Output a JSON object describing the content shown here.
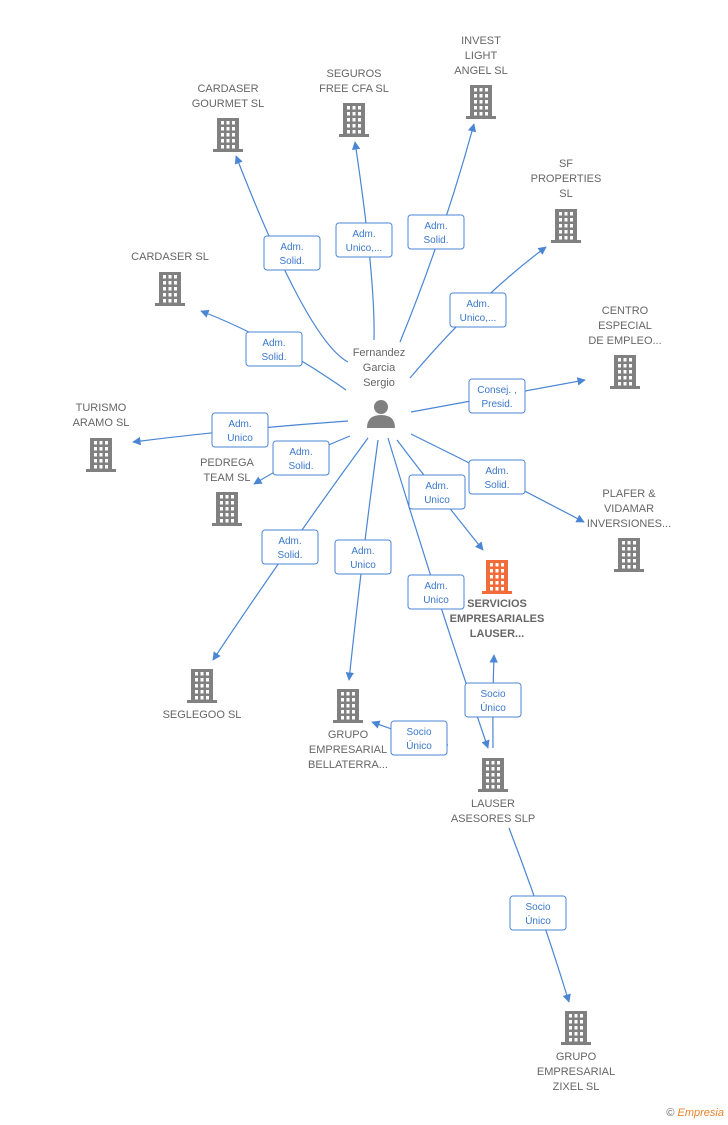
{
  "person": {
    "label": [
      "Fernandez",
      "Garcia",
      "Sergio"
    ]
  },
  "nodes": [
    {
      "id": "cardaser_gourmet",
      "label": [
        "CARDASER",
        "GOURMET  SL"
      ],
      "color": "#808080"
    },
    {
      "id": "seguros_free",
      "label": [
        "SEGUROS",
        "FREE CFA  SL"
      ],
      "color": "#808080"
    },
    {
      "id": "invest_light",
      "label": [
        "INVEST",
        "LIGHT",
        "ANGEL  SL"
      ],
      "color": "#808080"
    },
    {
      "id": "sf_properties",
      "label": [
        "SF",
        "PROPERTIES",
        "SL"
      ],
      "color": "#808080"
    },
    {
      "id": "cardaser_sl",
      "label": [
        "CARDASER SL"
      ],
      "color": "#808080"
    },
    {
      "id": "centro_especial",
      "label": [
        "CENTRO",
        "ESPECIAL",
        "DE EMPLEO..."
      ],
      "color": "#808080"
    },
    {
      "id": "turismo_aramo",
      "label": [
        "TURISMO",
        "ARAMO  SL"
      ],
      "color": "#808080"
    },
    {
      "id": "pedrega_team",
      "label": [
        "PEDREGA",
        "TEAM  SL"
      ],
      "color": "#808080"
    },
    {
      "id": "plafer",
      "label": [
        "PLAFER &",
        "VIDAMAR",
        "INVERSIONES..."
      ],
      "color": "#808080"
    },
    {
      "id": "servicios",
      "label": [
        "SERVICIOS",
        "EMPRESARIALES",
        "LAUSER..."
      ],
      "color": "#f26b3a",
      "highlight": true
    },
    {
      "id": "seglegoo",
      "label": [
        "SEGLEGOO SL"
      ],
      "color": "#808080"
    },
    {
      "id": "grupo_bellaterra",
      "label": [
        "GRUPO",
        "EMPRESARIAL",
        "BELLATERRA..."
      ],
      "color": "#808080"
    },
    {
      "id": "lauser_asesores",
      "label": [
        "LAUSER",
        "ASESORES SLP"
      ],
      "color": "#808080"
    },
    {
      "id": "grupo_zixel",
      "label": [
        "GRUPO",
        "EMPRESARIAL",
        "ZIXEL  SL"
      ],
      "color": "#808080"
    }
  ],
  "edges": [
    {
      "to": "cardaser_gourmet",
      "label": [
        "Adm.",
        "Solid."
      ]
    },
    {
      "to": "seguros_free",
      "label": [
        "Adm.",
        "Unico,..."
      ]
    },
    {
      "to": "invest_light",
      "label": [
        "Adm.",
        "Solid."
      ]
    },
    {
      "to": "sf_properties",
      "label": [
        "Adm.",
        "Unico,..."
      ]
    },
    {
      "to": "cardaser_sl",
      "label": [
        "Adm.",
        "Solid."
      ]
    },
    {
      "to": "centro_especial",
      "label": [
        "Consej. ,",
        "Presid."
      ]
    },
    {
      "to": "turismo_aramo",
      "label": [
        "Adm.",
        "Unico"
      ]
    },
    {
      "to": "pedrega_team",
      "label": [
        "Adm.",
        "Solid."
      ]
    },
    {
      "to": "plafer",
      "label": [
        "Adm.",
        "Solid."
      ]
    },
    {
      "to": "servicios",
      "label": [
        "Adm.",
        "Unico"
      ]
    },
    {
      "to": "seglegoo",
      "label": [
        "Adm.",
        "Solid."
      ]
    },
    {
      "to": "grupo_bellaterra",
      "label": [
        "Adm.",
        "Unico"
      ]
    },
    {
      "to": "lauser_asesores",
      "label": [
        "Adm.",
        "Unico"
      ]
    },
    {
      "from": "lauser_asesores",
      "to": "servicios",
      "label": [
        "Socio",
        "Único"
      ]
    },
    {
      "from": "lauser_asesores",
      "to": "grupo_bellaterra",
      "label": [
        "Socio",
        "Único"
      ]
    },
    {
      "from": "lauser_asesores",
      "to": "grupo_zixel",
      "label": [
        "Socio",
        "Único"
      ]
    }
  ],
  "footer": {
    "copyright": "©",
    "brand": "Empresia"
  },
  "colors": {
    "edge": "#4a86d4",
    "building": "#808080",
    "highlight": "#f26b3a"
  }
}
